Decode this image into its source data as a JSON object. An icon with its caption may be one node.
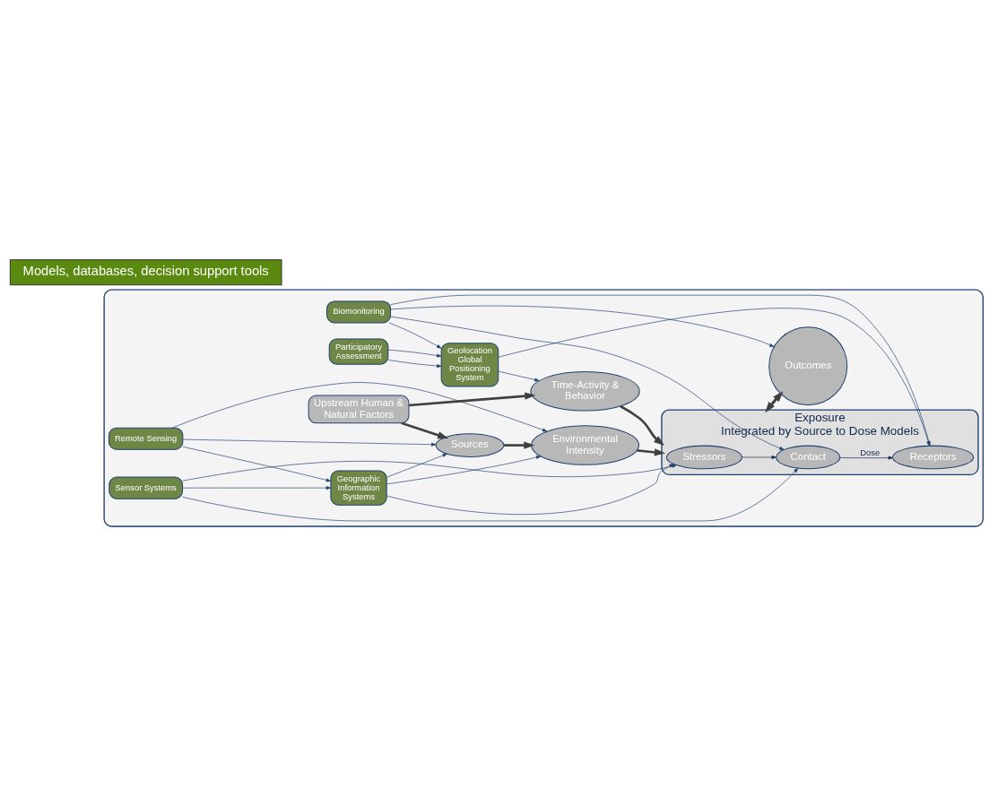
{
  "diagram": {
    "nodes": [
      {
        "text": [],
        "shape": "box"
      },
      {
        "text": [
          "Remote Sensing"
        ],
        "in": 0
      },
      {
        "text": [
          "Geographic Information Systems"
        ],
        "in": 0
      },
      {
        "text": [
          "Sensor Systems"
        ],
        "in": 0
      },
      {
        "text": [
          "Sources"
        ],
        "in": 0
      },
      {
        "text": [
          "Environmental Intensity"
        ],
        "in": 0
      },
      {
        "text": [
          "Exposure",
          "Integrated by Source to Dose Models"
        ],
        "in": 0
      },
      {
        "text": [
          "Stressors"
        ],
        "in": 6
      },
      {
        "text": [
          "Contact"
        ],
        "in": 6
      },
      {
        "text": [
          "Receptors"
        ],
        "in": 6
      },
      {
        "text": [
          "Outcomes"
        ],
        "in": 0
      },
      {
        "text": [
          "Upstream Human & Natural Factors"
        ],
        "in": 0
      },
      {
        "text": [
          "Time-Activity & Behavior"
        ],
        "in": 0
      },
      {
        "text": [
          "Participatory Assessment"
        ],
        "in": 0
      },
      {
        "text": [
          "Geolocation",
          "Global Positioning System"
        ],
        "in": 0
      },
      {
        "text": [
          "Biomonitoring"
        ],
        "in": 0
      },
      {
        "text": [
          "Models, databases, decision support tools"
        ]
      }
    ],
    "edges": [
      {
        "from": 1,
        "to": 2,
        "arrow": "to"
      },
      {
        "from": 3,
        "to": 2,
        "arrow": "to"
      },
      {
        "from": 2,
        "to": 4,
        "arrow": "to"
      },
      {
        "from": 1,
        "to": 4,
        "arrow": "to"
      },
      {
        "from": 1,
        "to": 5,
        "arrow": "to"
      },
      {
        "from": 2,
        "to": 5,
        "arrow": "to"
      },
      {
        "from": 2,
        "to": 7,
        "arrow": "to"
      },
      {
        "from": 3,
        "to": 7,
        "arrow": "to"
      },
      {
        "from": 3,
        "to": 8,
        "arrow": "to"
      },
      {
        "from": 4,
        "to": 5,
        "arrow": "to",
        "style": "thick",
        "color": "#404040"
      },
      {
        "from": 5,
        "to": 6,
        "arrow": "to",
        "style": "thick",
        "color": "#404040"
      },
      {
        "from": 11,
        "to": 4,
        "arrow": "to",
        "style": "thick",
        "color": "#404040"
      },
      {
        "from": 11,
        "to": 12,
        "arrow": "to",
        "style": "thick",
        "color": "#404040"
      },
      {
        "from": 12,
        "to": 6,
        "arrow": "to",
        "style": "thick",
        "color": "#404040"
      },
      {
        "from": 7,
        "to": 8,
        "arrow": "to",
        "color": "#10294a"
      },
      {
        "from": 8,
        "to": 9,
        "arrow": "to",
        "label": "Dose",
        "color": "#10294a"
      },
      {
        "from": 6,
        "to": 10,
        "arrow": "to",
        "style": "thick",
        "color": "#404040"
      },
      {
        "from": 10,
        "to": 6,
        "arrow": "to",
        "style": "thick",
        "color": "#404040"
      },
      {
        "from": 14,
        "to": 12,
        "arrow": "to"
      },
      {
        "from": 14,
        "to": 9,
        "arrow": "to"
      },
      {
        "from": 13,
        "to": 14,
        "arrow": "to"
      },
      {
        "from": 13,
        "to": 14,
        "arrow": "to"
      },
      {
        "from": 15,
        "to": 14,
        "arrow": "to"
      },
      {
        "from": 15,
        "to": 10,
        "arrow": "to"
      },
      {
        "from": 15,
        "to": 8,
        "arrow": "to"
      },
      {
        "from": 15,
        "to": 9,
        "arrow": "to"
      }
    ]
  }
}
